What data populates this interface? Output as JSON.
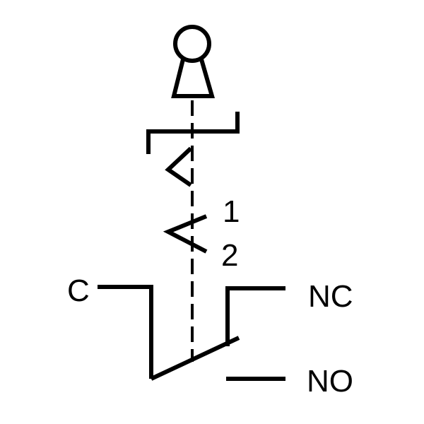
{
  "diagram": {
    "labels": {
      "common": "C",
      "normally_closed": "NC",
      "normally_open": "NO",
      "position_1": "1",
      "position_2": "2"
    },
    "colors": {
      "line": "#000000",
      "background": "#ffffff"
    },
    "icon": "keylock-operator-icon"
  }
}
